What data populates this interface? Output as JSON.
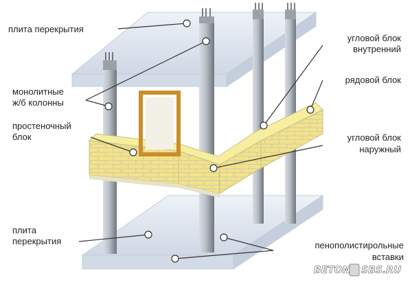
{
  "labels": {
    "slab_top": "плита перекрытия",
    "columns_line1": "монолитные",
    "columns_line2": "ж/б колонны",
    "partition_line1": "простеночный",
    "partition_line2": "блок",
    "slab_bottom_line1": "плита",
    "slab_bottom_line2": "перекрытия",
    "corner_inner_line1": "угловой блок",
    "corner_inner_line2": "внутренний",
    "row_block": "рядовой блок",
    "corner_outer_line1": "угловой блок",
    "corner_outer_line2": "наружный",
    "foam_line1": "пенополистирольные",
    "foam_line2": "вставки"
  },
  "watermark": {
    "left": "BETON",
    "right": "SBS.RU"
  },
  "colors": {
    "background": "#ffffff",
    "slab": "#dfe6f0",
    "slab_edge": "#b9c4d3",
    "column": "#8d949c",
    "column_light": "#d9dde2",
    "block": "#f2e38a",
    "block_shadow": "#d2c66a",
    "mortar": "#cfc9a6",
    "door_frame": "#c98f2a",
    "leader": "#333333",
    "marker": "#ffffff"
  }
}
